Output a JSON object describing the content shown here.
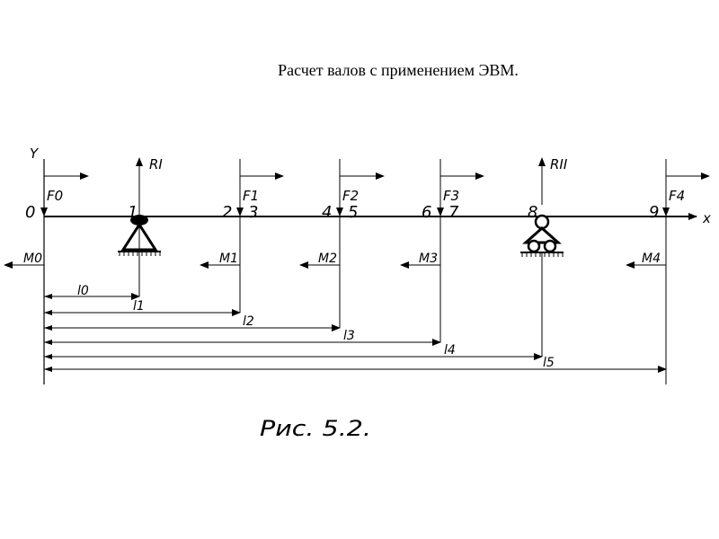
{
  "title": "Расчет валов с применением ЭВМ.",
  "caption": "Рис. 5.2.",
  "axes": {
    "y": "Y",
    "x": "x"
  },
  "nodes": [
    "0",
    "1",
    "2",
    "3",
    "4",
    "5",
    "6",
    "7",
    "8",
    "9"
  ],
  "forces": [
    "F0",
    "F1",
    "F2",
    "F3",
    "F4"
  ],
  "reactions": [
    "RI",
    "RII"
  ],
  "moments": [
    "M0",
    "M1",
    "M2",
    "M3",
    "M4"
  ],
  "lengths": [
    "l0",
    "l1",
    "l2",
    "l3",
    "l4",
    "l5"
  ],
  "colors": {
    "line": "#000000",
    "background": "#ffffff"
  }
}
